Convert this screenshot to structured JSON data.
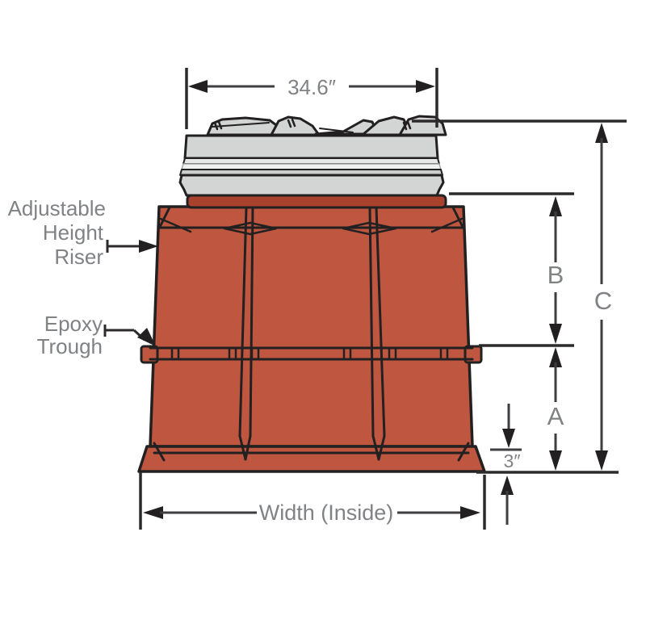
{
  "diagram": {
    "type": "product-dimension-diagram",
    "subject": "Adjustable height chimney riser with rock-top cap, front elevation with dimensions",
    "labels": {
      "riser_line1": "Adjustable",
      "riser_line2": "Height",
      "riser_line3": "Riser",
      "trough_line1": "Epoxy",
      "trough_line2": "Trough"
    },
    "dimensions": {
      "cap_width": "34.6″",
      "riser_upper_height": "B",
      "total_height": "C",
      "riser_lower_height": "A",
      "base_lip_height": "3″",
      "base_width": "Width (Inside)"
    },
    "colors": {
      "riser_fill": "#bf5740",
      "riser_rim_fill": "#a9422c",
      "cap_fill": "#d3d4d4",
      "outline": "#232021",
      "dimension_line": "#3e3e40",
      "text_gray": "#808285",
      "background": "#ffffff"
    }
  }
}
